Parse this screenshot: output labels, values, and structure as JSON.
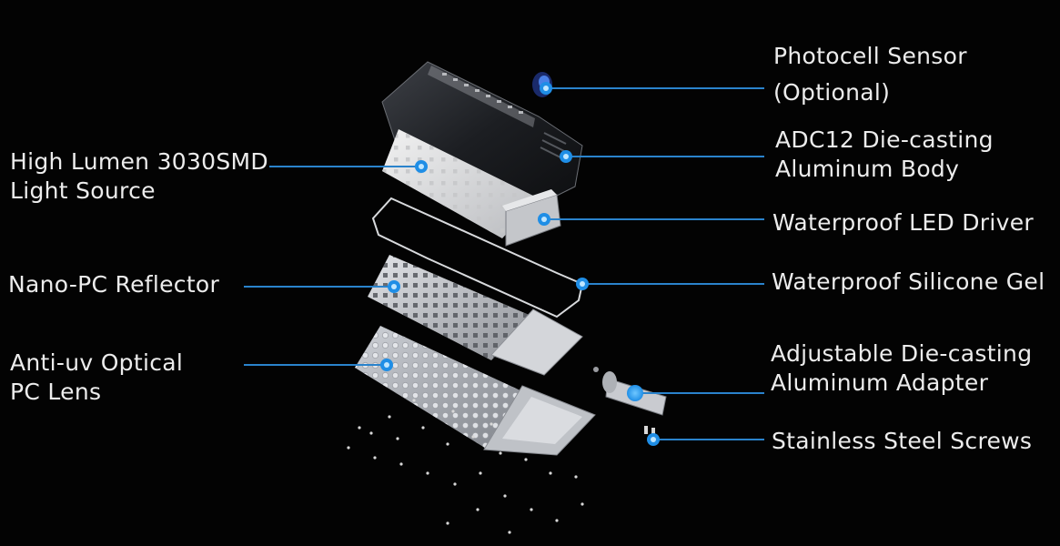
{
  "callouts": {
    "photocell": [
      "Photocell Sensor",
      "(Optional)"
    ],
    "light_source": [
      "High Lumen 3030SMD",
      "Light Source"
    ],
    "body": [
      "ADC12 Die-casting",
      "Aluminum Body"
    ],
    "driver": [
      "Waterproof LED Driver"
    ],
    "reflector": [
      "Nano-PC Reflector"
    ],
    "gel": [
      "Waterproof Silicone Gel"
    ],
    "lens": [
      "Anti-uv Optical",
      "PC Lens"
    ],
    "adapter": [
      "Adjustable Die-casting",
      "Aluminum Adapter"
    ],
    "screws": [
      "Stainless Steel Screws"
    ]
  },
  "colors": {
    "background": "#030303",
    "accent": "#1f8ee6",
    "leader_line": "#2a83cc",
    "text": "#ececec"
  }
}
